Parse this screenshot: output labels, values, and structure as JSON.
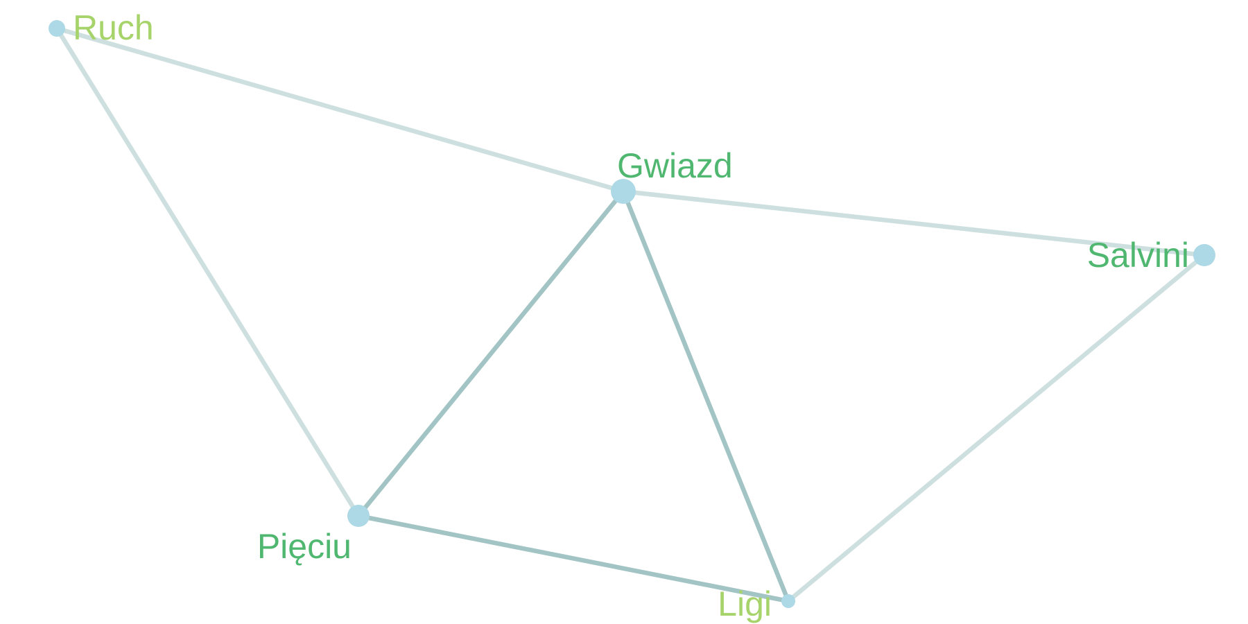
{
  "graph": {
    "nodes": [
      {
        "id": "ruch",
        "label": "Ruch",
        "label_color": "#a6d36a",
        "node_color": "#add8e6"
      },
      {
        "id": "gwiazd",
        "label": "Gwiazd",
        "label_color": "#4fb770",
        "node_color": "#add8e6"
      },
      {
        "id": "salvini",
        "label": "Salvini",
        "label_color": "#4fb770",
        "node_color": "#add8e6"
      },
      {
        "id": "pieciu",
        "label": "Pięciu",
        "label_color": "#4fb770",
        "node_color": "#add8e6"
      },
      {
        "id": "ligi",
        "label": "Ligi",
        "label_color": "#a6d36a",
        "node_color": "#add8e6"
      }
    ],
    "edges": [
      {
        "source": "ruch",
        "target": "gwiazd",
        "color": "#cddfdf"
      },
      {
        "source": "ruch",
        "target": "pieciu",
        "color": "#cddfdf"
      },
      {
        "source": "gwiazd",
        "target": "salvini",
        "color": "#cddfdf"
      },
      {
        "source": "gwiazd",
        "target": "pieciu",
        "color": "#a3c4c4"
      },
      {
        "source": "gwiazd",
        "target": "ligi",
        "color": "#a3c4c4"
      },
      {
        "source": "pieciu",
        "target": "ligi",
        "color": "#a3c4c4"
      },
      {
        "source": "salvini",
        "target": "ligi",
        "color": "#cddfdf"
      }
    ]
  }
}
